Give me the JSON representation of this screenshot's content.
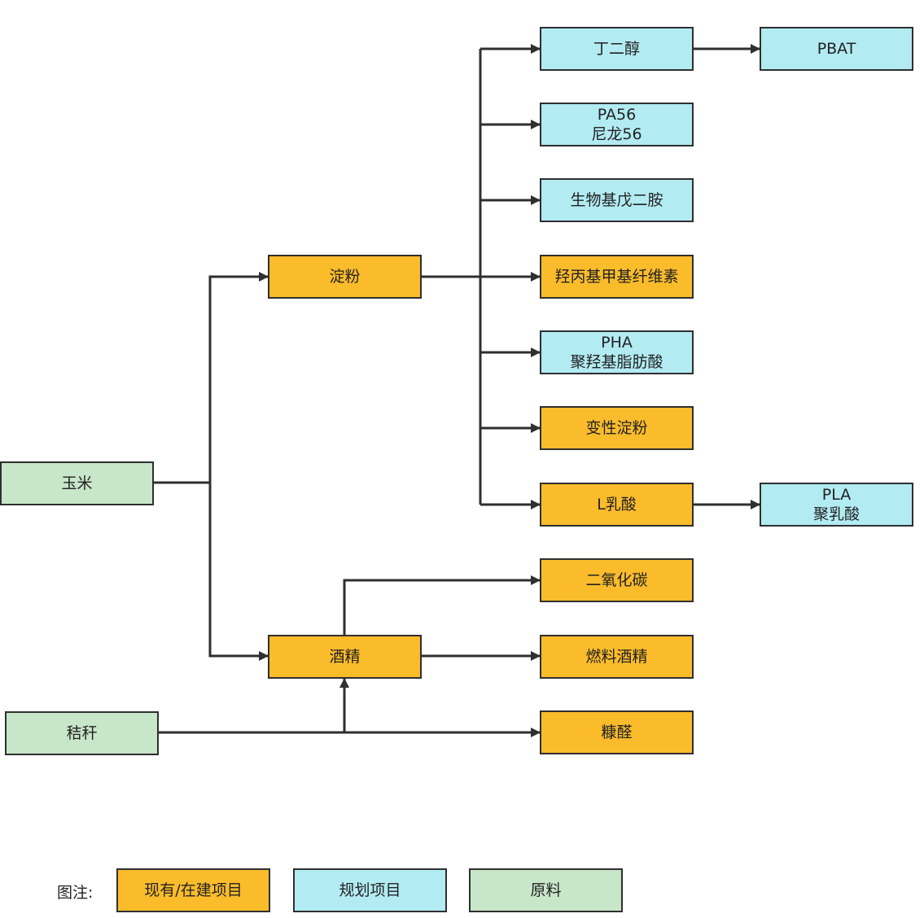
{
  "nodes": {
    "corn": "玉米",
    "straw": "秸秆",
    "starch": "淀粉",
    "alcohol": "酒精",
    "butanediol": "丁二醇",
    "pbat": "PBAT",
    "pa56": [
      "PA56",
      "尼龙56"
    ],
    "pentanediamine": "生物基戊二胺",
    "hpmc": "羟丙基甲基纤维素",
    "pha": [
      "PHA",
      "聚羟基脂肪酸"
    ],
    "modified_starch": "变性淀粉",
    "l_lactic": "L乳酸",
    "pla": [
      "PLA",
      "聚乳酸"
    ],
    "co2": "二氧化碳",
    "fuel_alcohol": "燃料酒精",
    "furfural": "糠醛"
  },
  "legend": {
    "label": "图注:",
    "items": [
      {
        "text": "现有/在建项目",
        "color": "#fbbc2b"
      },
      {
        "text": "规划项目",
        "color": "#b2ebf2"
      },
      {
        "text": "原料",
        "color": "#c8e6c9"
      }
    ]
  },
  "colors": {
    "existing": "#fbbc2b",
    "planned": "#b2ebf2",
    "raw": "#c8e6c9",
    "line": "#2f2f2f"
  }
}
